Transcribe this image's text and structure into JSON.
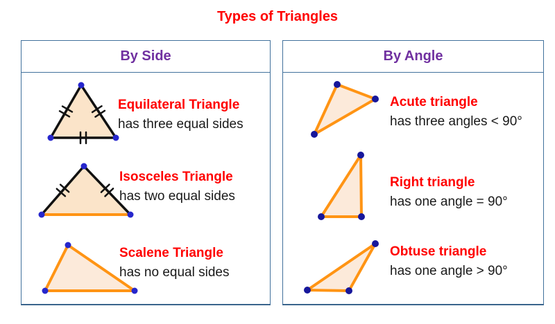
{
  "page": {
    "title": "Types of Triangles"
  },
  "colors": {
    "title_red": "#ff0000",
    "header_purple": "#7030a0",
    "panel_border_blue": "#41719c",
    "triangle_fill_peach": "#fbe4c9",
    "triangle_fill_light_peach": "#fceada",
    "orange_side": "#ff9414",
    "black_side": "#111111",
    "vertex_dot_blue": "#2626cc",
    "vertex_dot_navy": "#17179b"
  },
  "panels": [
    {
      "header": "By Side",
      "rows": [
        {
          "figure": "equilateral-triangle",
          "title": "Equilateral Triangle",
          "description": "has three equal sides"
        },
        {
          "figure": "isosceles-triangle",
          "title": "Isosceles Triangle",
          "description": "has two equal sides"
        },
        {
          "figure": "scalene-triangle",
          "title": "Scalene Triangle",
          "description": "has no equal sides"
        }
      ]
    },
    {
      "header": "By Angle",
      "rows": [
        {
          "figure": "acute-triangle",
          "title": "Acute triangle",
          "description": "has three angles < 90°"
        },
        {
          "figure": "right-triangle",
          "title": "Right triangle",
          "description": "has one angle = 90°"
        },
        {
          "figure": "obtuse-triangle",
          "title": "Obtuse triangle",
          "description": "has one angle > 90°"
        }
      ]
    }
  ]
}
